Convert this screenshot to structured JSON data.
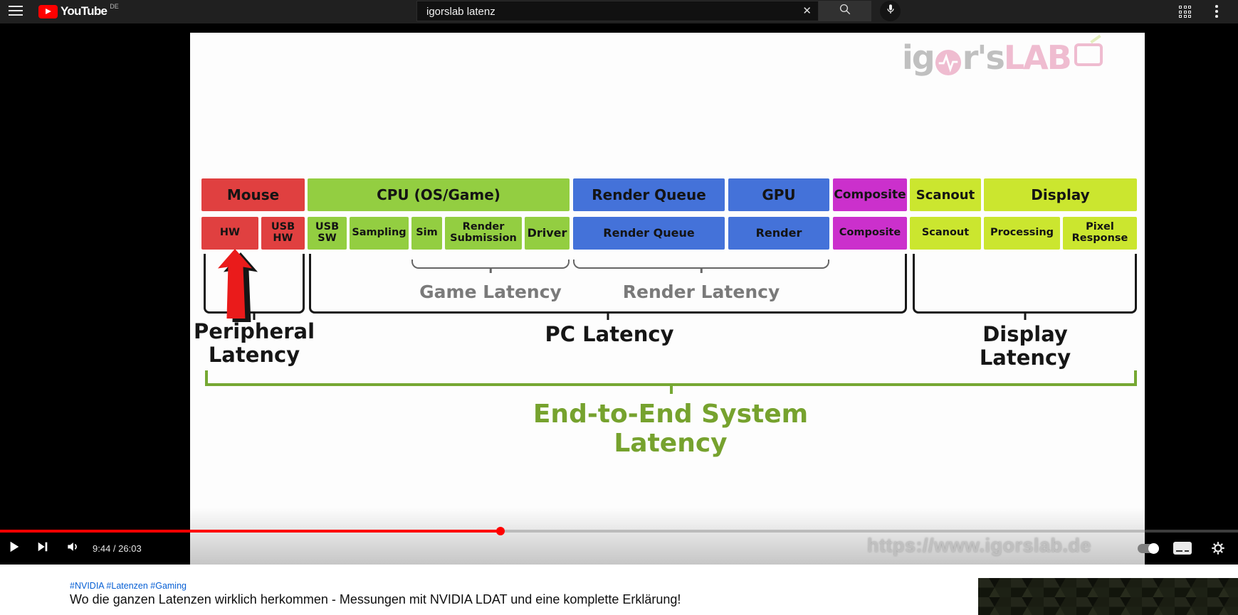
{
  "header": {
    "brand": "YouTube",
    "country_code": "DE",
    "search_value": "igorslab latenz",
    "clear_glyph": "✕",
    "icons": [
      "hamburger-menu",
      "search-magnifier",
      "microphone",
      "apps-grid",
      "kebab-menu"
    ]
  },
  "player": {
    "time_display": "9:44 / 26:03",
    "progress_percent": 40.4,
    "progress_color": "#ff0000",
    "url_watermark": "https://www.igorslab.de"
  },
  "video": {
    "logo": {
      "part1": "ig",
      "part2": "r's",
      "part3": "LAB"
    },
    "diagram": {
      "colors": {
        "red": "#e04040",
        "green": "#93ce41",
        "blue": "#4472d9",
        "magenta": "#cb30cc",
        "lime": "#cbe62f"
      },
      "row1": [
        {
          "label": "Mouse",
          "color": "red"
        },
        {
          "label": "CPU (OS/Game)",
          "color": "green"
        },
        {
          "label": "Render Queue",
          "color": "blue"
        },
        {
          "label": "GPU",
          "color": "blue"
        },
        {
          "label": "Composite",
          "color": "magenta"
        },
        {
          "label": "Scanout",
          "color": "lime"
        },
        {
          "label": "Display",
          "color": "lime"
        }
      ],
      "row2": [
        {
          "label": "HW",
          "color": "red"
        },
        {
          "label": "USB HW",
          "color": "red"
        },
        {
          "label": "USB SW",
          "color": "green"
        },
        {
          "label": "Sampling",
          "color": "green"
        },
        {
          "label": "Sim",
          "color": "green"
        },
        {
          "label": "Render Submission",
          "color": "green"
        },
        {
          "label": "Driver",
          "color": "green"
        },
        {
          "label": "Render Queue",
          "color": "blue"
        },
        {
          "label": "Render",
          "color": "blue"
        },
        {
          "label": "Composite",
          "color": "magenta"
        },
        {
          "label": "Scanout",
          "color": "lime"
        },
        {
          "label": "Processing",
          "color": "lime"
        },
        {
          "label": "Pixel Response",
          "color": "lime"
        }
      ],
      "labels": {
        "game": "Game Latency",
        "render": "Render Latency",
        "peripheral_line1": "Peripheral",
        "peripheral_line2": "Latency",
        "pc": "PC Latency",
        "display": "Display Latency",
        "end_to_end": "End-to-End System Latency"
      },
      "bracket_green": "#76a833"
    }
  },
  "page_below": {
    "hashtags": "#NVIDIA #Latenzen #Gaming",
    "title": "Wo die ganzen Latenzen wirklich herkommen - Messungen mit NVIDIA LDAT und eine komplette Erklärung!"
  }
}
